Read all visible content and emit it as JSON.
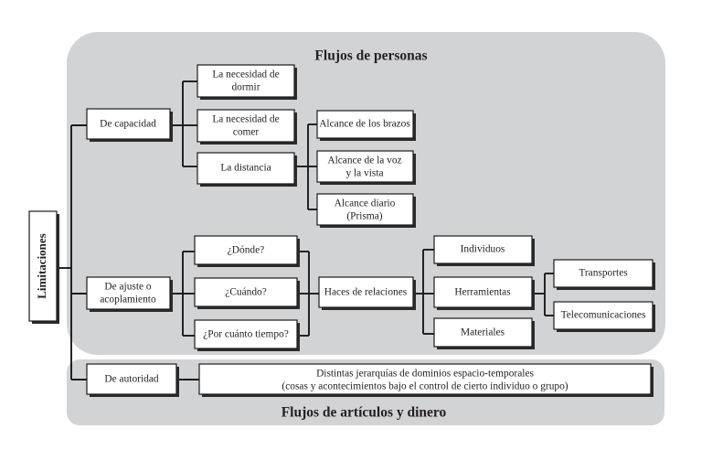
{
  "figure": {
    "root": {
      "label": "Limitaciones"
    },
    "panels": [
      {
        "id": "panel-people",
        "title": "Flujos de personas"
      },
      {
        "id": "panel-goods",
        "title": "Flujos de artículos y dinero"
      }
    ],
    "nodes": {
      "capacidad": {
        "label": "De capacidad"
      },
      "dormir": {
        "label_line1": "La necesidad de",
        "label_line2": "dormir"
      },
      "comer": {
        "label_line1": "La necesidad de",
        "label_line2": "comer"
      },
      "distancia": {
        "label": "La distancia"
      },
      "brazos": {
        "label": "Alcance de los brazos"
      },
      "voz": {
        "label_line1": "Alcance de la voz",
        "label_line2": "y la vista"
      },
      "diario": {
        "label_line1": "Alcance diario",
        "label_line2": "(Prisma)"
      },
      "ajuste": {
        "label_line1": "De ajuste o",
        "label_line2": "acoplamiento"
      },
      "donde": {
        "label": "¿Dónde?"
      },
      "cuando": {
        "label": "¿Cuándo?"
      },
      "cuanto": {
        "label": "¿Por cuánto tiempo?"
      },
      "haces": {
        "label": "Haces de relaciones"
      },
      "individuos": {
        "label": "Individuos"
      },
      "herramientas": {
        "label": "Herramientas"
      },
      "materiales": {
        "label": "Materiales"
      },
      "transportes": {
        "label": "Transportes"
      },
      "telecom": {
        "label": "Telecomunicaciones"
      },
      "autoridad": {
        "label": "De autoridad"
      },
      "dominios": {
        "label_line1": "Distintas jerarquías de dominios espacio-temporales",
        "label_line2": "(cosas y acontecimientos bajo el control de cierto individuo o grupo)"
      }
    },
    "colors": {
      "panel_fill": "#d2d3d5",
      "box_fill": "#ffffff",
      "line": "#1a1a1a",
      "text": "#231f20",
      "page_background": "#ffffff"
    }
  }
}
